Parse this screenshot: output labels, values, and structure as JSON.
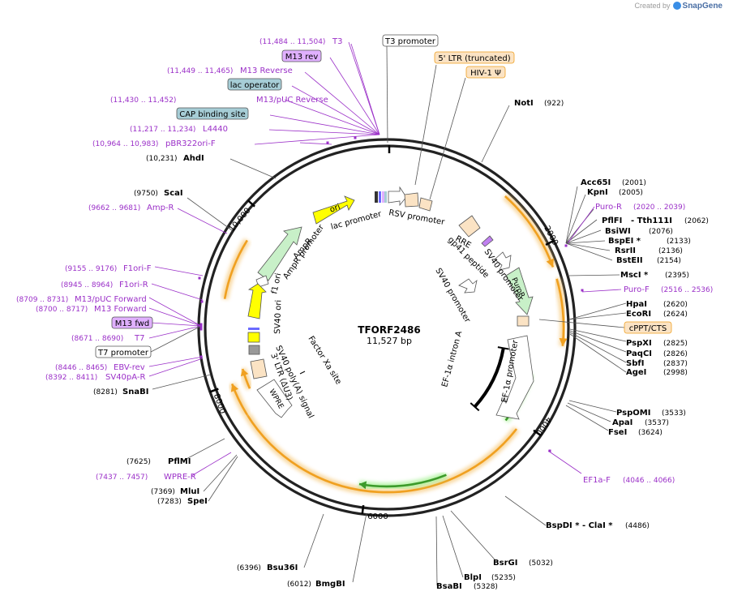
{
  "credit": {
    "prefix": "Created by",
    "brand": "SnapGene"
  },
  "plasmid": {
    "name": "TFORF2486",
    "size": "11,527 bp"
  },
  "ticks": [
    "2000",
    "4000",
    "6000",
    "8000",
    "10,000"
  ],
  "enzymes": [
    {
      "label": "NotI",
      "num": "(922)"
    },
    {
      "label": "Acc65I",
      "num": "(2001)"
    },
    {
      "label": "KpnI",
      "num": "(2005)"
    },
    {
      "label": "PflFI",
      "num": ""
    },
    {
      "label": "- Tth111I",
      "num": "(2062)"
    },
    {
      "label": "BsiWI",
      "num": "(2076)"
    },
    {
      "label": "BspEI *",
      "num": "(2133)"
    },
    {
      "label": "RsrII",
      "num": "(2136)"
    },
    {
      "label": "BstEII",
      "num": "(2154)"
    },
    {
      "label": "MscI *",
      "num": "(2395)"
    },
    {
      "label": "HpaI",
      "num": "(2620)"
    },
    {
      "label": "EcoRI",
      "num": "(2624)"
    },
    {
      "label": "PspXI",
      "num": "(2825)"
    },
    {
      "label": "PaqCI",
      "num": "(2826)"
    },
    {
      "label": "SbfI",
      "num": "(2837)"
    },
    {
      "label": "AgeI",
      "num": "(2998)"
    },
    {
      "label": "PspOMI",
      "num": "(3533)"
    },
    {
      "label": "ApaI",
      "num": "(3537)"
    },
    {
      "label": "FseI",
      "num": "(3624)"
    },
    {
      "label": "BspDI * - ClaI *",
      "num": "(4486)"
    },
    {
      "label": "BsrGI",
      "num": "(5032)"
    },
    {
      "label": "BlpI",
      "num": "(5235)"
    },
    {
      "label": "BsaBI",
      "num": "(5328)"
    },
    {
      "label": "BmgBI",
      "num": "(6012)"
    },
    {
      "label": "Bsu36I",
      "num": "(6396)"
    },
    {
      "label": "SpeI",
      "num": "(7283)"
    },
    {
      "label": "MluI",
      "num": "(7369)"
    },
    {
      "label": "PflMI",
      "num": "(7625)"
    },
    {
      "label": "SnaBI",
      "num": "(8281)"
    },
    {
      "label": "ScaI",
      "num": "(9750)"
    },
    {
      "label": "AhdI",
      "num": "(10,231)"
    }
  ],
  "primers": [
    {
      "label": "T3",
      "range": "(11,484 .. 11,504)"
    },
    {
      "label": "M13 Reverse",
      "range": "(11,449 .. 11,465)"
    },
    {
      "label": "M13/pUC Reverse",
      "range": "(11,430 .. 11,452)"
    },
    {
      "label": "L4440",
      "range": "(11,217 .. 11,234)"
    },
    {
      "label": "pBR322ori-F",
      "range": "(10,964 .. 10,983)"
    },
    {
      "label": "Amp-R",
      "range": "(9662 .. 9681)"
    },
    {
      "label": "F1ori-F",
      "range": "(9155 .. 9176)"
    },
    {
      "label": "F1ori-R",
      "range": "(8945 .. 8964)"
    },
    {
      "label": "M13/pUC Forward",
      "range": "(8709 .. 8731)"
    },
    {
      "label": "M13 Forward",
      "range": "(8700 .. 8717)"
    },
    {
      "label": "T7",
      "range": "(8671 .. 8690)"
    },
    {
      "label": "EBV-rev",
      "range": "(8446 .. 8465)"
    },
    {
      "label": "SV40pA-R",
      "range": "(8392 .. 8411)"
    },
    {
      "label": "WPRE-R",
      "range": "(7437 .. 7457)"
    },
    {
      "label": "Puro-R",
      "range": "(2020 .. 2039)"
    },
    {
      "label": "Puro-F",
      "range": "(2516 .. 2536)"
    },
    {
      "label": "EF1a-F",
      "range": "(4046 .. 4066)"
    }
  ],
  "boxed": {
    "m13rev": "M13 rev",
    "t3promoter": "T3 promoter",
    "ltr5": "5' LTR (truncated)",
    "hiv": "HIV-1 Ψ",
    "lacop": "lac operator",
    "cap": "CAP binding site",
    "m13fwd": "M13 fwd",
    "t7promoter": "T7 promoter",
    "cppt": "cPPT/CTS"
  },
  "inner": {
    "ori": "ori",
    "lacpromoter": "lac promoter",
    "rsv": "RSV promoter",
    "rre": "RRE",
    "gp41": "gp41 peptide",
    "sv40promoter1": "SV40 promoter",
    "puror": "PuroR",
    "sv40promoter2": "SV40 promoter",
    "ef1intron": "EF-1α intron A",
    "ef1promoter": "EF-1α promoter",
    "ampr": "AmpR",
    "amprpromoter": "AmpR promoter",
    "f1ori": "f1 ori",
    "sv40ori": "SV40 ori",
    "sv40polya": "SV40 poly(A) signal",
    "ltr3": "3' LTR (ΔU3)",
    "wpre": "WPRE",
    "factorxa": "Factor Xa site"
  },
  "colors": {
    "enzyme": "#000000",
    "primer": "#9b30c8",
    "orange": "#f0a020",
    "orangeFill": "#fbe3c4",
    "teal": "#a6cdd6",
    "green": "#c8f0c8",
    "yellow": "#ffff00",
    "primerFill": "#e0b0ff"
  }
}
